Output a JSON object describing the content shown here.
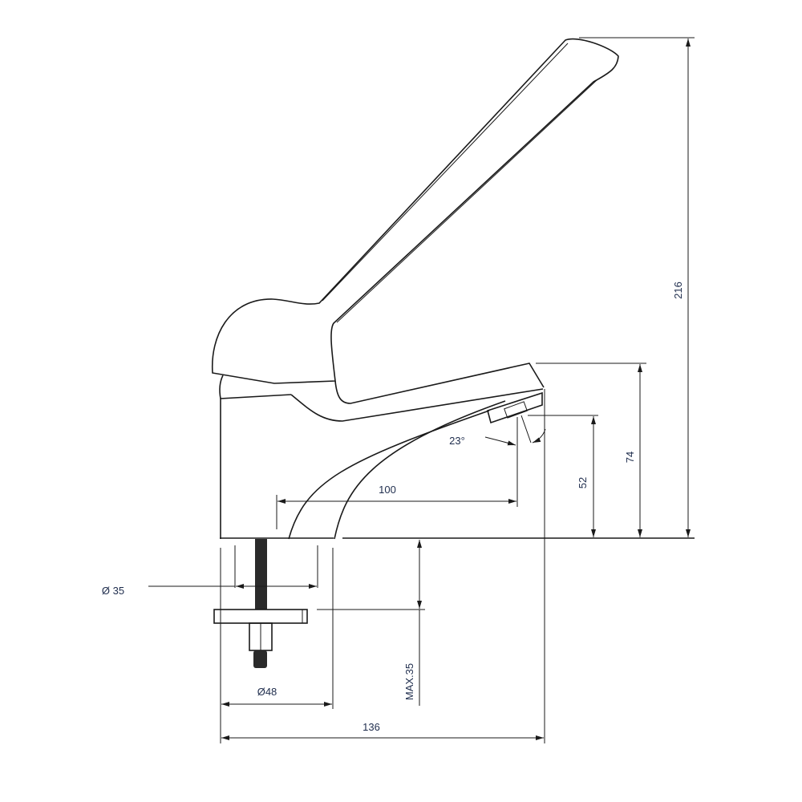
{
  "drawing": {
    "dimensions": {
      "total_height": "216",
      "spout_height": "74",
      "outlet_height": "52",
      "spout_reach": "100",
      "outlet_angle": "23°",
      "shank_diameter": "Ø 35",
      "base_diameter": "Ø48",
      "max_counter_thickness": "MAX.35",
      "total_depth": "136"
    },
    "colors": {
      "line": "#1a1a1a",
      "label": "#1f2d4d"
    }
  }
}
